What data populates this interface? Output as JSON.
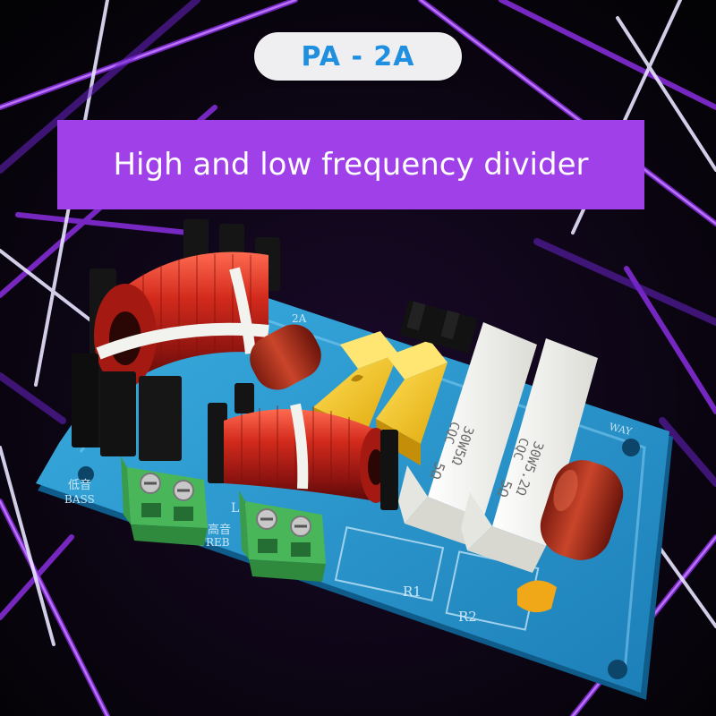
{
  "header": {
    "model_badge": "PA - 2A",
    "title_banner": "High and low frequency divider"
  },
  "board": {
    "labels": {
      "bass_cn": "低音",
      "bass": "BASS",
      "treble_cn": "高音",
      "treble": "TREB",
      "l2": "L2",
      "r1": "R1",
      "r2": "R2",
      "way": "WAY",
      "model_small": "2A"
    },
    "resistor_1": {
      "line1": "30W5Ω",
      "line2": "CQC",
      "line3": "5Ω"
    },
    "resistor_2": {
      "line1": "30W5.2Ω",
      "line2": "CQC",
      "line3": "5Ω"
    }
  },
  "colors": {
    "background": "#05030a",
    "neon_purple": "#a040e8",
    "badge_text": "#1f8fe0",
    "pcb": "#2a9ad0",
    "coil_copper": "#c0201a",
    "terminal_green": "#3aa64a",
    "capacitor_yellow": "#f2c413",
    "resistor_white": "#f4f4f0"
  }
}
